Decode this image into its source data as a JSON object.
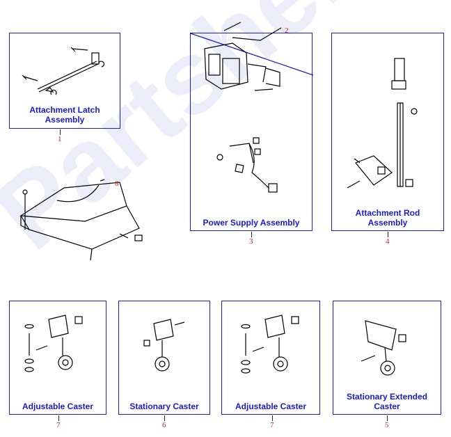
{
  "watermark": "Partshere.com",
  "callout_2": "2",
  "callout_8": "8",
  "panels": [
    {
      "title": "Attachment Latch Assembly",
      "number": "1"
    },
    {
      "title": "Power Supply Assembly",
      "number": "3"
    },
    {
      "title": "Attachment Rod Assembly",
      "number": "4"
    },
    {
      "title": "Adjustable Caster",
      "number": "7"
    },
    {
      "title": "Stationary Caster",
      "number": "6"
    },
    {
      "title": "Adjustable Caster",
      "number": "7"
    },
    {
      "title": "Stationary Extended Caster",
      "number": "5"
    }
  ]
}
